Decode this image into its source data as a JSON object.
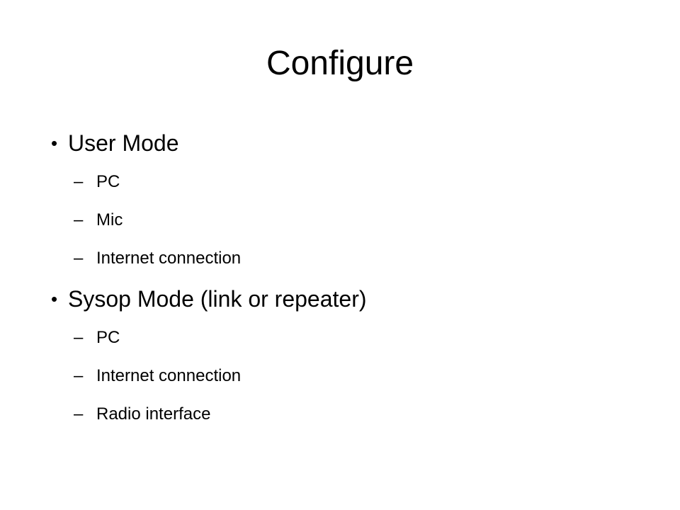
{
  "slide": {
    "title": "Configure",
    "bullets": [
      {
        "text": "User Mode",
        "subitems": [
          "PC",
          "Mic",
          "Internet connection"
        ]
      },
      {
        "text": "Sysop Mode (link or repeater)",
        "subitems": [
          "PC",
          "Internet connection",
          "Radio interface"
        ]
      }
    ],
    "bullet_glyph": "•",
    "sub_glyph": "–"
  }
}
